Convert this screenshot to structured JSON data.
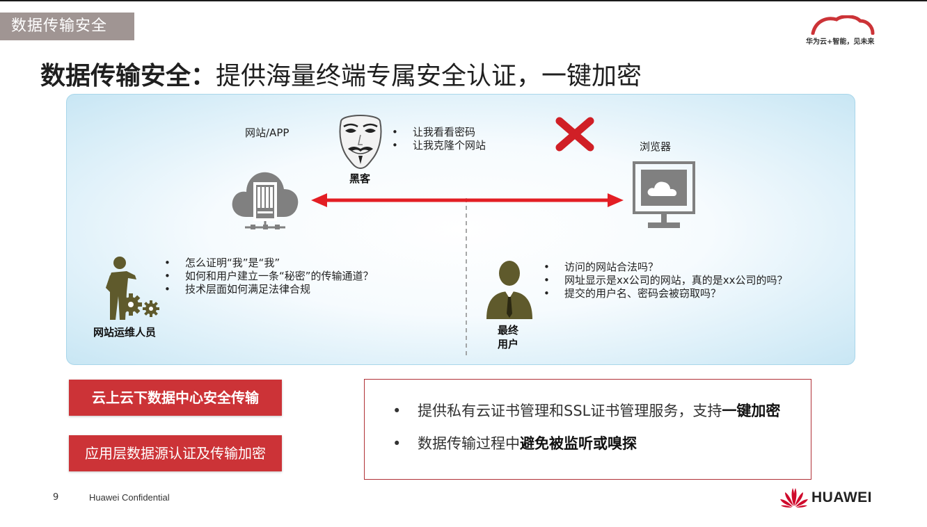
{
  "header": {
    "section_tag": "数据传输安全",
    "slogan": "华为云+智能，见未来",
    "title_bold": "数据传输安全：",
    "title_rest": "提供海量终端专属安全认证，一键加密"
  },
  "diagram": {
    "website_label": "网站/APP",
    "browser_label": "浏览器",
    "hacker_label": "黑客",
    "hacker_bullets": [
      "让我看看密码",
      "让我克隆个网站"
    ],
    "ops_label": "网站运维人员",
    "ops_bullets": [
      "怎么证明“我”是“我”",
      "如何和用户建立一条“秘密”的传输通道？",
      "技术层面如何满足法律合规"
    ],
    "user_label_line1": "最终",
    "user_label_line2": "用户",
    "user_bullets": [
      "访问的网站合法吗？",
      "网址显示是xx公司的网站，真的是xx公司的吗？",
      "提交的用户名、密码会被窃取吗？"
    ]
  },
  "buttons": {
    "cloud_transfer": "云上云下数据中心安全传输",
    "app_layer": "应用层数据源认证及传输加密"
  },
  "features": {
    "line1_normal": "提供私有云证书管理和SSL证书管理服务，支持",
    "line1_bold": "一键加密",
    "line2_normal": "数据传输过程中",
    "line2_bold": "避免被监听或嗅探"
  },
  "footer": {
    "page_number": "9",
    "confidential": "Huawei Confidential",
    "logo_text": "HUAWEI"
  },
  "colors": {
    "accent_red": "#cc3337",
    "arrow_red": "#e31e24",
    "icon_gray": "#7f7f7f",
    "icon_olive": "#5f5a2c"
  }
}
